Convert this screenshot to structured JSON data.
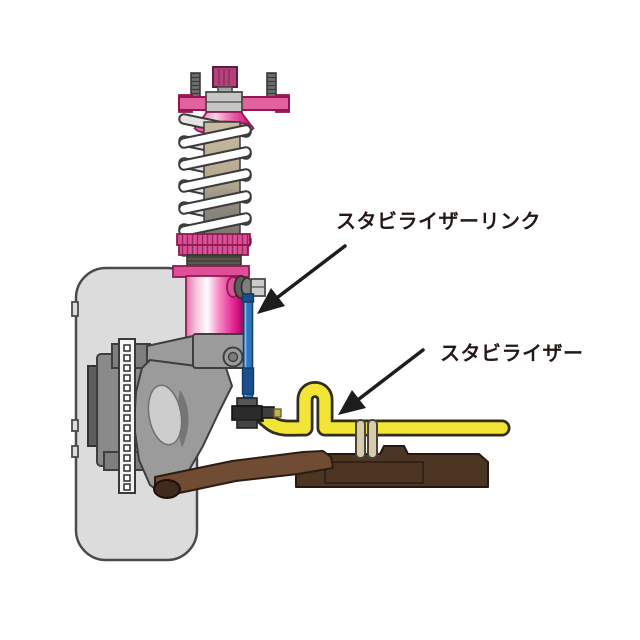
{
  "diagram": {
    "title": "suspension-stabilizer-diagram",
    "background_color": "#FFFFFF",
    "text_color": "#231815",
    "labels": {
      "stabilizer_link": "スタビライザーリンク",
      "stabilizer": "スタビライザー"
    },
    "arrows": [
      {
        "name": "arrow-to-stabilizer-link",
        "points_at": "stabilizer-link",
        "color": "#1D1D1D"
      },
      {
        "name": "arrow-to-stabilizer",
        "points_at": "stabilizer-bar",
        "color": "#1D1D1D"
      }
    ],
    "parts": [
      {
        "name": "coilover-strut",
        "color": "#E4007F"
      },
      {
        "name": "top-mount",
        "color": "#E4619F"
      },
      {
        "name": "coil-spring",
        "color": "#FFFFFF"
      },
      {
        "name": "spring-seat-rings",
        "color": "#DF4F97"
      },
      {
        "name": "stabilizer-link",
        "color": "#2E77BE"
      },
      {
        "name": "stabilizer-bar",
        "color": "#F2E535"
      },
      {
        "name": "bushing-bracket",
        "color": "#D9CCAD"
      },
      {
        "name": "subframe",
        "color": "#4D3524"
      },
      {
        "name": "lower-control-arm",
        "color": "#6F4C33"
      },
      {
        "name": "ball-joint",
        "color": "#3F2A1C"
      },
      {
        "name": "knuckle",
        "color": "#9B9B9B"
      },
      {
        "name": "brake-caliper",
        "color": "#8A8A8A"
      },
      {
        "name": "brake-rotor",
        "color": "#F5F5F5"
      },
      {
        "name": "tire",
        "color": "#DCDCDC"
      }
    ]
  }
}
